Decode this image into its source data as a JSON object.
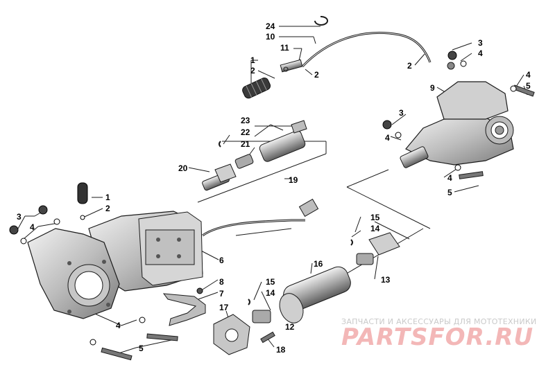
{
  "callouts": {
    "c1a": "1",
    "c2a": "2",
    "c11": "11",
    "c24": "24",
    "c10": "10",
    "c2b": "2",
    "c2c": "2",
    "c3a": "3",
    "c4a": "4",
    "c9": "9",
    "c4b": "4",
    "c5a": "5",
    "c23": "23",
    "c22": "22",
    "c21": "21",
    "c20": "20",
    "c19": "19",
    "c3b": "3",
    "c4c": "4",
    "c4d": "4",
    "c5b": "5",
    "c1b": "1",
    "c2d": "2",
    "c3c": "3",
    "c4e": "4",
    "c6": "6",
    "c8": "8",
    "c7": "7",
    "c15a": "15",
    "c14a": "14",
    "c16": "16",
    "c13": "13",
    "c15b": "15",
    "c14b": "14",
    "c17": "17",
    "c12": "12",
    "c18": "18",
    "c4f": "4",
    "c5c": "5"
  },
  "watermark": {
    "caption": "ЗАПЧАСТИ И АКСЕССУАРЫ ДЛЯ МОТОТЕХНИКИ",
    "brand": "PARTSFOR.RU"
  },
  "colors": {
    "line": "#1a1a1a",
    "part_fill": "#d9d9d9",
    "part_shade": "#9a9a9a",
    "watermark_text": "#c9c9c9",
    "watermark_brand": "#f3b7b7"
  }
}
